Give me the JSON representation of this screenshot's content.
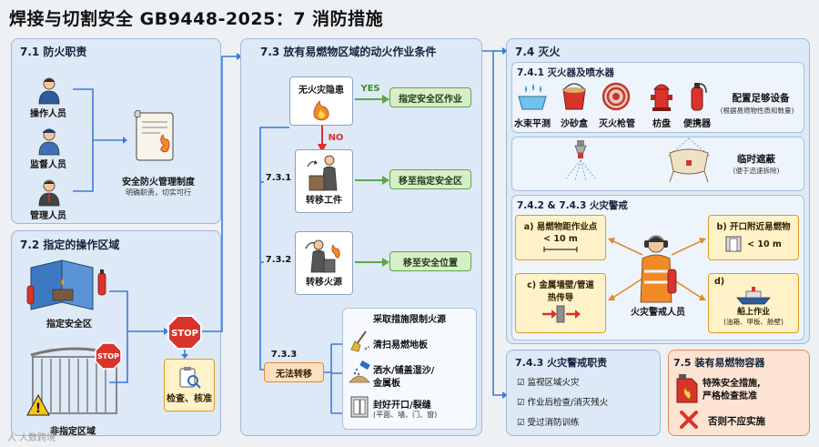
{
  "title": "焊接与切割安全 GB9448-2025：7 消防措施",
  "watermark": "人 人数跨境",
  "s71": {
    "heading": "7.1 防火职责",
    "roles": [
      "操作人员",
      "监督人员",
      "管理人员"
    ],
    "system": "安全防火管理制度",
    "system_sub": "明确职责，切实可行"
  },
  "s72": {
    "heading": "7.2 指定的操作区域",
    "designated": "指定安全区",
    "non_designated": "非指定区域",
    "stop": "STOP",
    "check": "检查、核准"
  },
  "s73": {
    "heading": "7.3 放有易燃物区域的动火作业条件",
    "no_hazard": "无火灾隐患",
    "yes": "YES",
    "no": "NO",
    "designated_work": "指定安全区作业",
    "n731": "7.3.1",
    "move_work": "转移工件",
    "to_designated": "移至指定安全区",
    "n732": "7.3.2",
    "move_fire": "转移火源",
    "to_safe": "移至安全位置",
    "n733": "7.3.3",
    "cannot_move": "无法转移",
    "measures_title": "采取措施限制火源",
    "m1": "清扫易燃地板",
    "m2a": "洒水/铺盖湿沙/",
    "m2b": "金属板",
    "m3a": "封好开口/裂缝",
    "m3b": "(平面、墙、门、窗)"
  },
  "s74": {
    "heading": "7.4 灭火",
    "s741": "7.4.1 灭火器及喷水器",
    "items": [
      "水束平测",
      "沙砂盒",
      "灭火枪管",
      "枋盘",
      "便携器"
    ],
    "config": "配置足够设备",
    "config_sub": "(根据易燃物性质和数量)",
    "cover": "临时遮蔽",
    "cover_sub": "(便于迅速拆除)",
    "s742": "7.4.2 & 7.4.3 火灾警戒",
    "a_title": "a) 易燃物距作业点",
    "a_dist": "< 10 m",
    "b_title": "b) 开口附近易燃物",
    "b_dist": "< 10 m",
    "c_title1": "c) 金属墙壁/管道",
    "c_title2": "热传导",
    "d_title": "d)",
    "d_sub1": "船上作业",
    "d_sub2": "(油箱、甲板、舱壁)",
    "guard": "火灾警戒人员",
    "s743": "7.4.3 火灾警戒职责",
    "duties": [
      "监视区域火灾",
      "作业后检查/消灭残火",
      "受过消防训练"
    ]
  },
  "s75": {
    "heading": "7.5 装有易燃物容器",
    "line1": "特殊安全措施,",
    "line2": "严格检查批准",
    "deny": "否则不应实施"
  },
  "colors": {
    "panel": "#dde9f6",
    "arrow": "#3d7bd9",
    "green": "#5ea64a",
    "orange": "#e08a2c",
    "red": "#d9342b"
  }
}
